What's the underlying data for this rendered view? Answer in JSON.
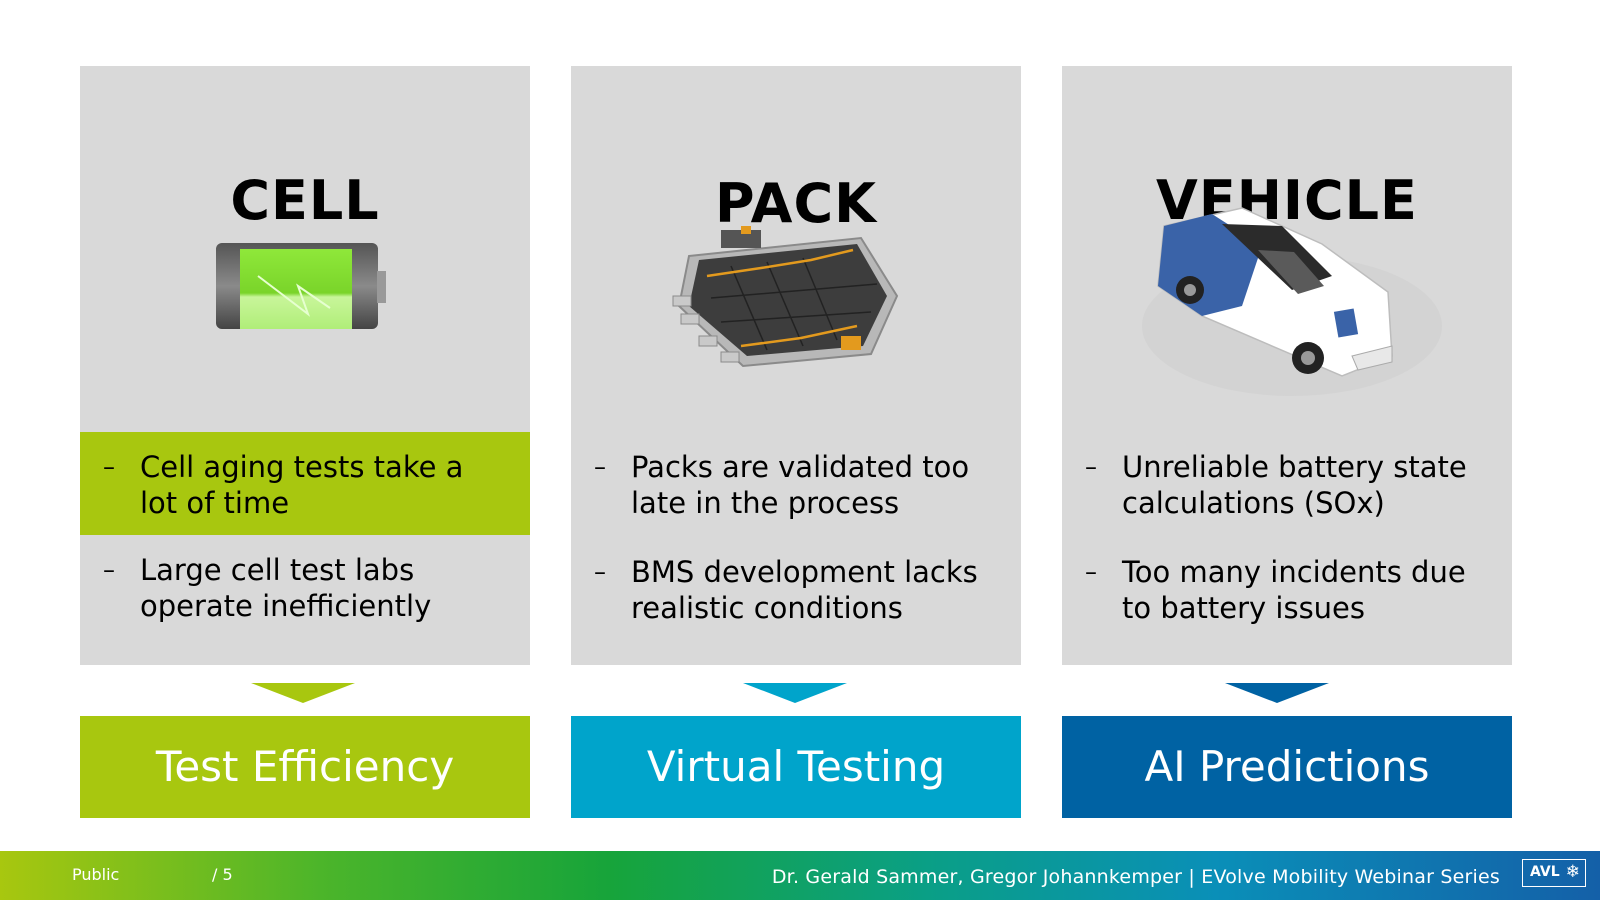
{
  "columns": [
    {
      "title": "CELL",
      "points": [
        "Cell aging tests take a lot of time",
        "Large cell test labs operate inefficiently"
      ],
      "result": "Test Efficiency"
    },
    {
      "title": "PACK",
      "points": [
        "Packs are validated too late in the process",
        "BMS development lacks realistic conditions"
      ],
      "result": "Virtual Testing"
    },
    {
      "title": "VEHICLE",
      "points": [
        "Unreliable battery state calculations (SOx)",
        "Too many incidents due to battery issues"
      ],
      "result": "AI Predictions"
    }
  ],
  "bullet": "–",
  "colors": {
    "green": "#a8c70f",
    "cyan": "#00a4cb",
    "blue": "#0062a3",
    "panel": "#d9d9d9"
  },
  "icons": [
    "battery-icon",
    "battery-pack-icon",
    "car-icon",
    "avl-logo-icon"
  ],
  "footer": {
    "classification": "Public",
    "page": "/ 5",
    "credit": "Dr. Gerald Sammer, Gregor Johannkemper | EVolve Mobility Webinar Series",
    "logo": "AVL"
  }
}
